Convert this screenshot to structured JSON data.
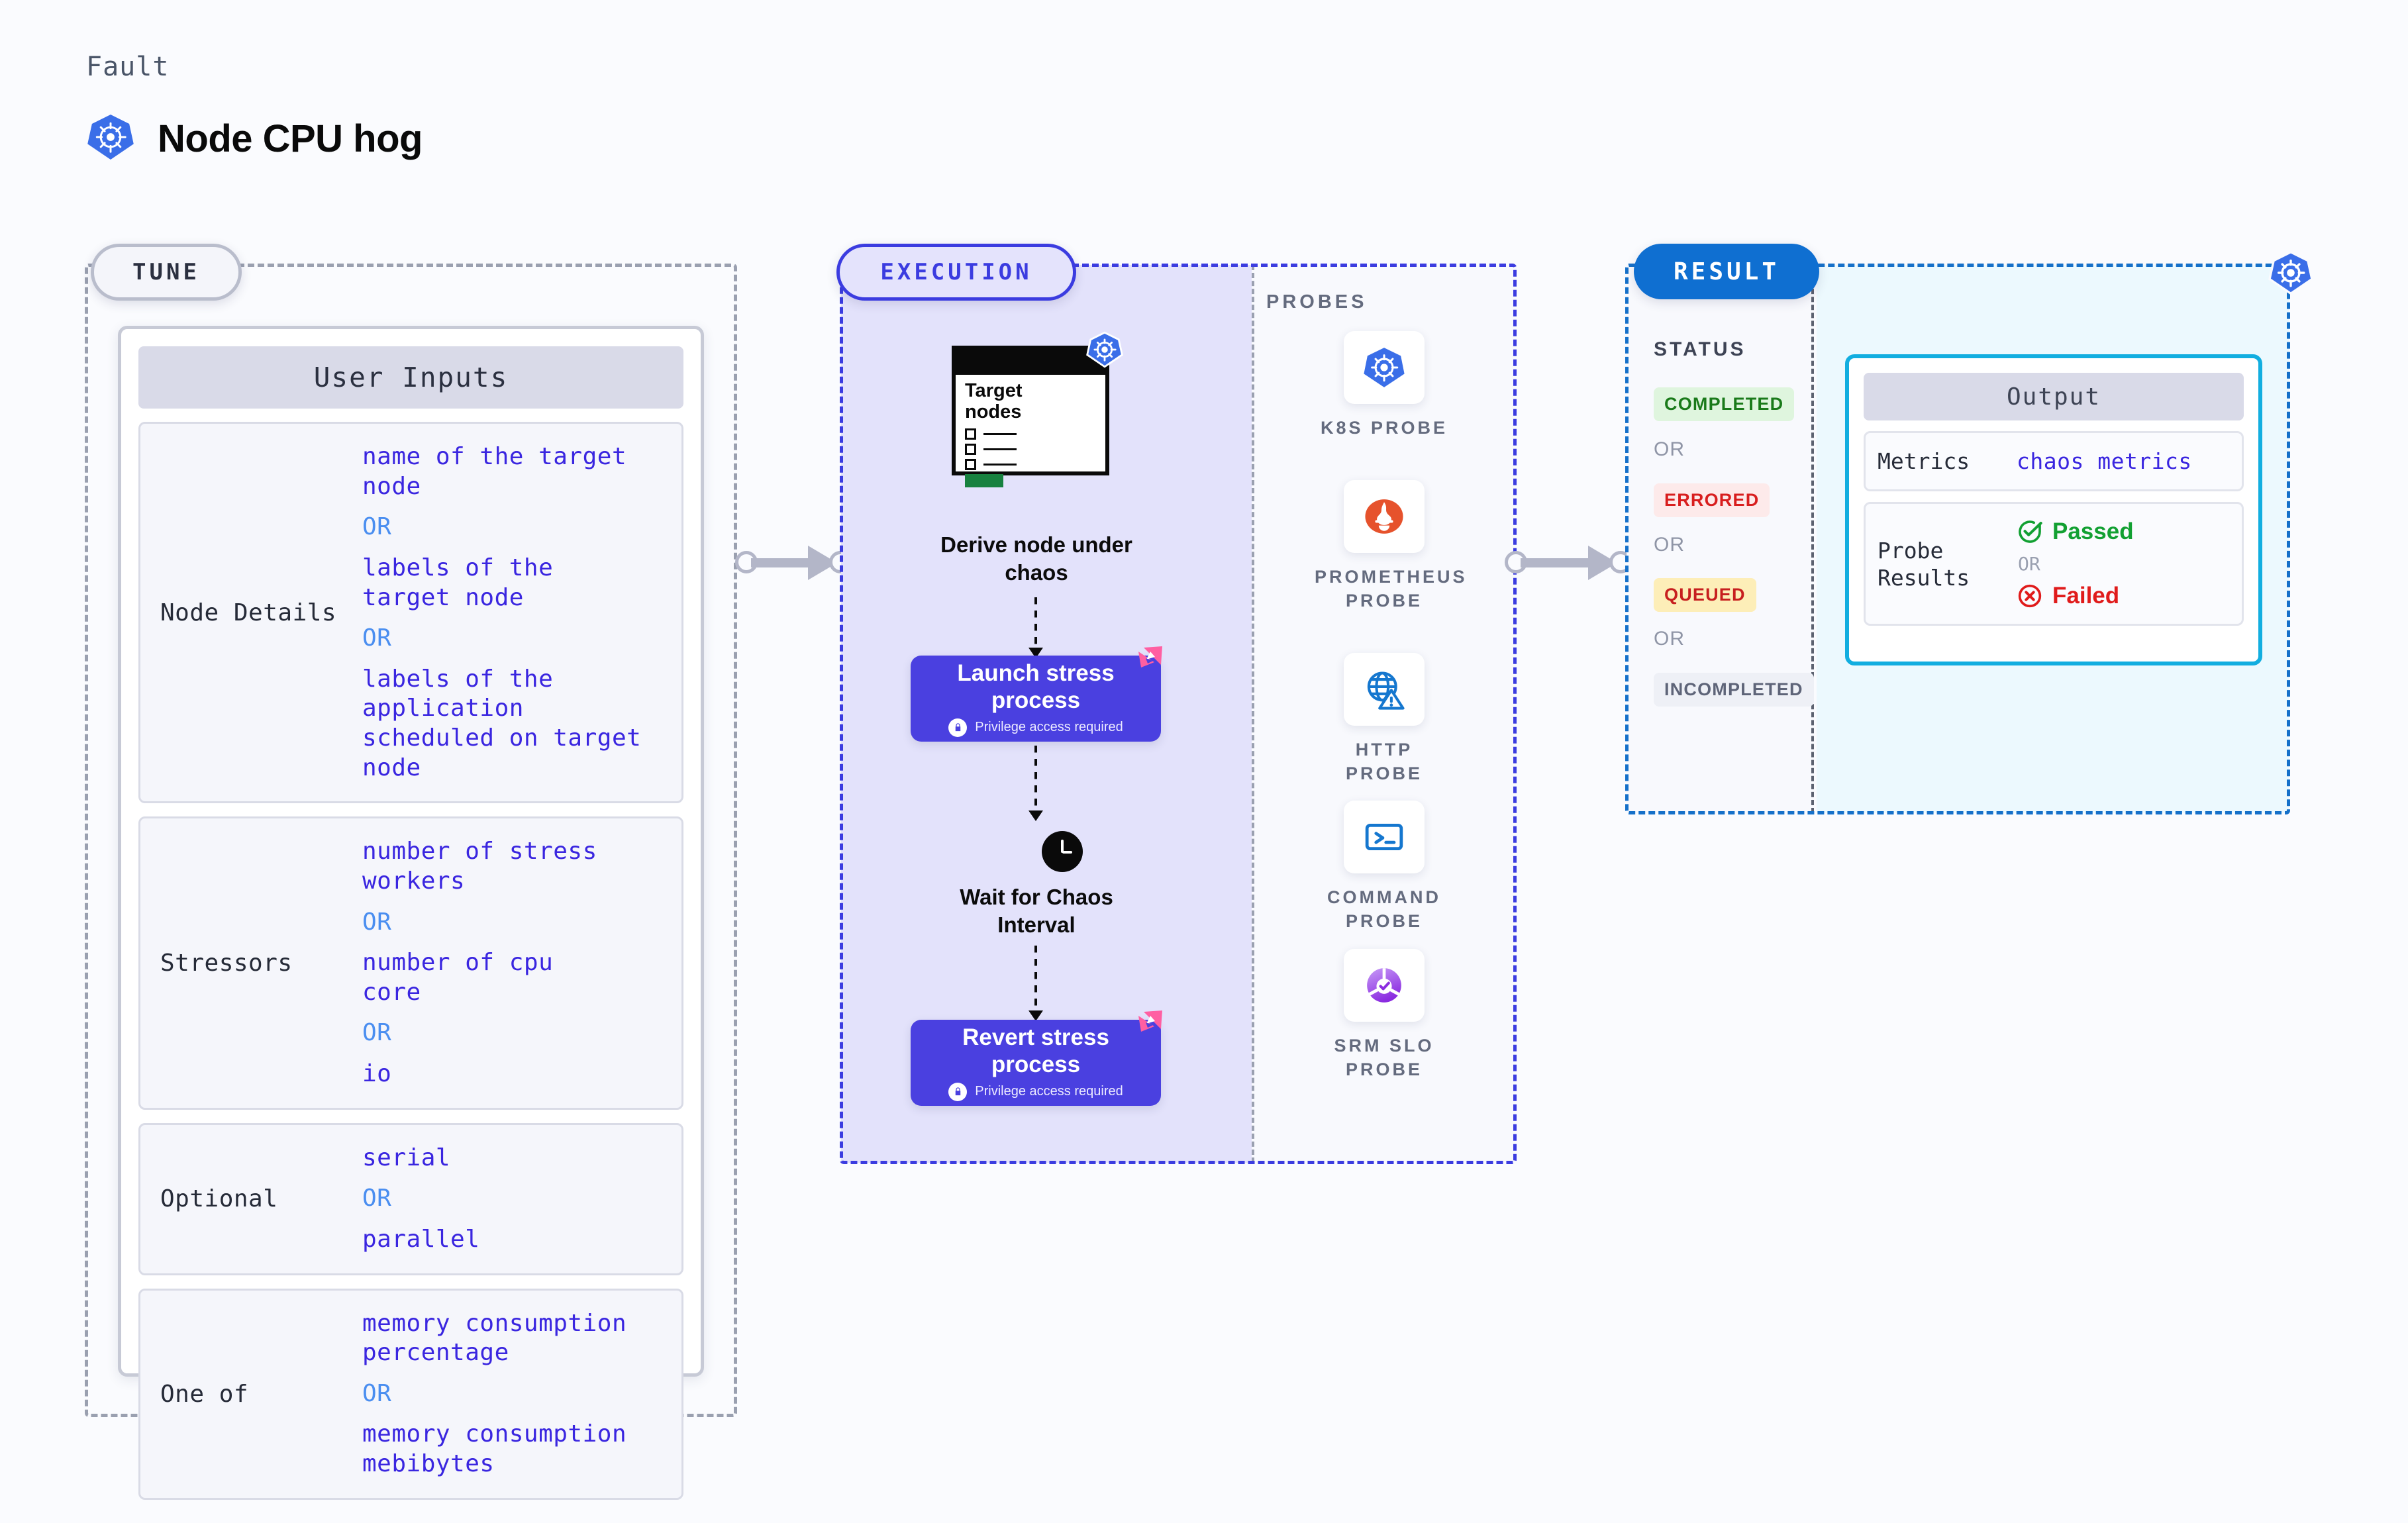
{
  "header": {
    "eyebrow": "Fault",
    "title": "Node CPU hog",
    "icon": "kubernetes-icon"
  },
  "tune": {
    "pill": "TUNE",
    "card_title": "User Inputs",
    "groups": [
      {
        "label": "Node Details",
        "options": [
          "name of the target\nnode",
          "labels of the\ntarget node",
          "labels of the application\n scheduled on target node"
        ],
        "separator": "OR"
      },
      {
        "label": "Stressors",
        "options": [
          "number of stress\nworkers",
          "number of cpu\ncore",
          "io"
        ],
        "separator": "OR"
      },
      {
        "label": "Optional",
        "options": [
          "serial",
          "parallel"
        ],
        "separator": "OR"
      },
      {
        "label": "One of",
        "options": [
          "memory consumption\npercentage",
          "memory consumption\nmebibytes"
        ],
        "separator": "OR"
      }
    ]
  },
  "execution": {
    "pill": "EXECUTION",
    "steps": [
      {
        "name": "derive-node-under-chaos",
        "caption": "Derive node under\nchaos",
        "doc_title": "Target\nnodes",
        "badge_icon": "kubernetes-icon"
      },
      {
        "name": "launch-stress-process",
        "title": "Launch stress\nprocess",
        "note": "Privilege access required",
        "note_icon": "lock-icon",
        "ribbon_icon": "harness-ribbon-icon"
      },
      {
        "name": "wait-for-chaos-interval",
        "caption": "Wait for Chaos\nInterval",
        "icon": "clock-icon"
      },
      {
        "name": "revert-stress-process",
        "title": "Revert stress\nprocess",
        "note": "Privilege access required",
        "note_icon": "lock-icon",
        "ribbon_icon": "harness-ribbon-icon"
      }
    ],
    "probes_title": "PROBES",
    "probes": [
      {
        "label": "K8S PROBE",
        "icon": "kubernetes-icon"
      },
      {
        "label": "PROMETHEUS PROBE",
        "icon": "prometheus-icon"
      },
      {
        "label": "HTTP PROBE",
        "icon": "globe-warning-icon"
      },
      {
        "label": "COMMAND PROBE",
        "icon": "terminal-icon"
      },
      {
        "label": "SRM SLO PROBE",
        "icon": "srm-slo-icon"
      }
    ]
  },
  "result": {
    "pill": "RESULT",
    "status_title": "STATUS",
    "separator": "OR",
    "statuses": [
      {
        "label": "COMPLETED",
        "bg": "#dff5de",
        "fg": "#1a7a1a"
      },
      {
        "label": "ERRORED",
        "bg": "#fdeaea",
        "fg": "#d81e1e"
      },
      {
        "label": "QUEUED",
        "bg": "#fdeeb8",
        "fg": "#c71f1f"
      },
      {
        "label": "INCOMPLETED",
        "bg": "#eef0f6",
        "fg": "#5e6478"
      }
    ],
    "output": {
      "card_title": "Output",
      "rows": [
        {
          "label": "Metrics",
          "value": "chaos metrics"
        },
        {
          "label": "Probe\nResults",
          "pass": "Passed",
          "separator": "OR",
          "fail": "Failed"
        }
      ]
    },
    "float_icon": "kubernetes-icon"
  },
  "colors": {
    "accent_execution": "#3b3ce0",
    "accent_result": "#0f6fd1",
    "accent_output": "#12aee0",
    "proc_card": "#4a40e0",
    "option_text": "#3a26e0",
    "or_text": "#4a8ef0",
    "canvas_bg": "#fafbfe"
  }
}
